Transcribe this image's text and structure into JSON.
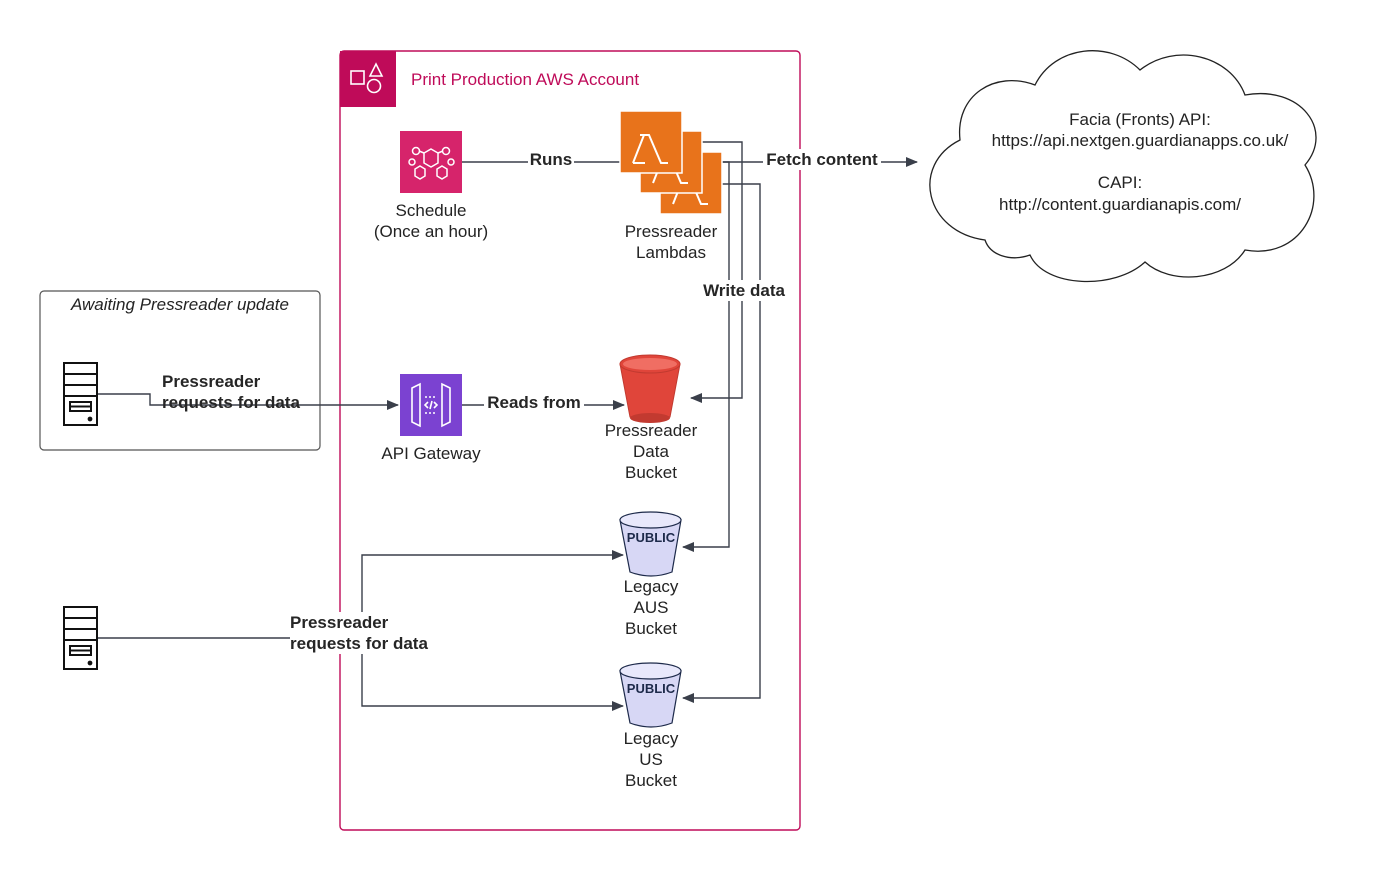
{
  "aws_account": {
    "title": "Print Production AWS Account",
    "border_color": "#bf0b59",
    "icon": "aws-account-group-icon"
  },
  "awaiting_group": {
    "title": "Awaiting Pressreader update"
  },
  "nodes": {
    "schedule": {
      "label": "Schedule\n(Once an hour)",
      "icon": "eventbridge-schedule-icon",
      "color": "#d6246b"
    },
    "lambdas": {
      "label": "Pressreader\nLambdas",
      "icon": "lambda-icon",
      "color": "#e8731b"
    },
    "api_gateway": {
      "label": "API Gateway",
      "icon": "api-gateway-icon",
      "color": "#7b42d1"
    },
    "data_bucket": {
      "label": "Pressreader\nData\nBucket",
      "icon": "s3-bucket-icon",
      "color": "#e0453a"
    },
    "aus_bucket": {
      "label": "Legacy\nAUS\nBucket",
      "badge": "PUBLIC",
      "icon": "public-bucket-icon",
      "color": "#d7d7f5"
    },
    "us_bucket": {
      "label": "Legacy\nUS\nBucket",
      "badge": "PUBLIC",
      "icon": "public-bucket-icon",
      "color": "#d7d7f5"
    },
    "server_top": {
      "icon": "server-icon"
    },
    "server_bottom": {
      "icon": "server-icon"
    }
  },
  "cloud": {
    "facia_title": "Facia (Fronts) API:",
    "facia_url": "https://api.nextgen.guardianapps.co.uk/",
    "capi_title": "CAPI:",
    "capi_url": "http://content.guardianapis.com/"
  },
  "edges": {
    "runs": "Runs",
    "fetch_content": "Fetch content",
    "write_data": "Write data",
    "reads_from": "Reads from",
    "requests_top": "Pressreader\nrequests for data",
    "requests_bottom": "Pressreader\nrequests for data"
  }
}
